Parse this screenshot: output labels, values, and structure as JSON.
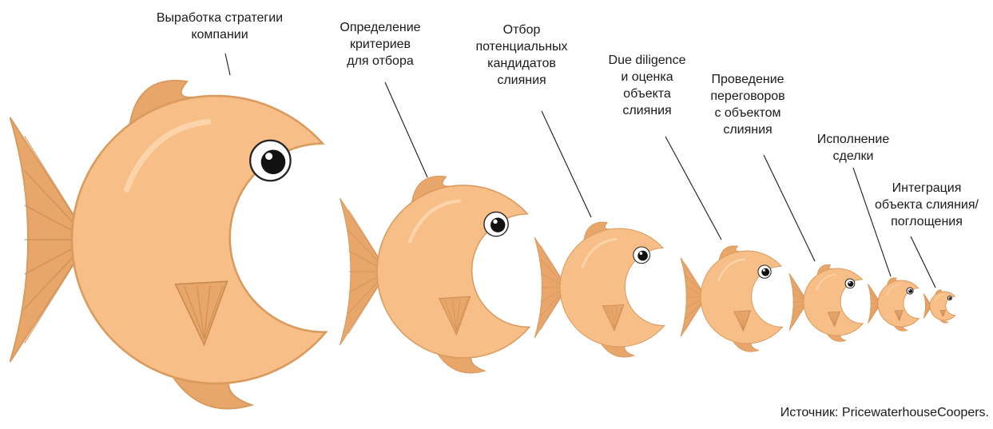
{
  "colors": {
    "fish_body": "#F8BE87",
    "fish_outline": "#D99A5E",
    "fish_fin": "#E8A66B",
    "fin_stripe": "#C98A50",
    "eye_white": "#FFFFFF",
    "eye_pupil": "#111111",
    "text": "#1A1A1A"
  },
  "stages": [
    {
      "lines": [
        "Выработка стратегии",
        "компании"
      ]
    },
    {
      "lines": [
        "Определение",
        "критериев",
        "для отбора"
      ]
    },
    {
      "lines": [
        "Отбор",
        "потенциальных",
        "кандидатов",
        "слияния"
      ]
    },
    {
      "lines": [
        "Due diligence",
        "и оценка",
        "объекта",
        "слияния"
      ]
    },
    {
      "lines": [
        "Проведение",
        "переговоров",
        "с объектом",
        "слияния"
      ]
    },
    {
      "lines": [
        "Исполнение",
        "сделки"
      ]
    },
    {
      "lines": [
        "Интеграция",
        "объекта слияния/",
        "поглощения"
      ]
    }
  ],
  "source": "Источник: PricewaterhouseCoopers."
}
